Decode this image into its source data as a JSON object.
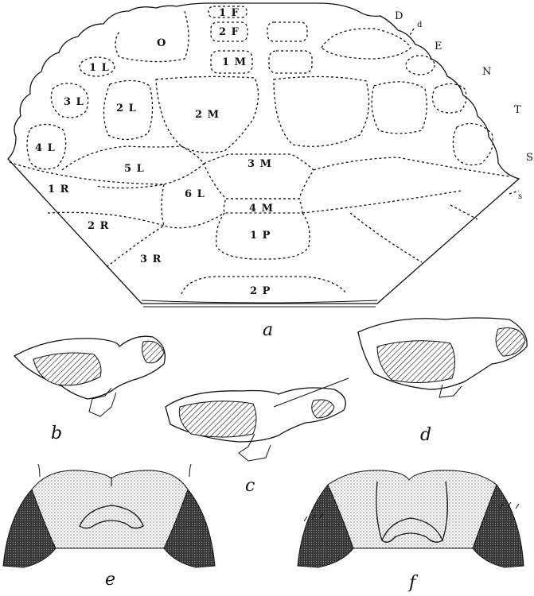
{
  "panel_labels": {
    "a": "a",
    "b": "b",
    "c": "c",
    "d": "d",
    "e": "e",
    "f": "f"
  },
  "carapace_regions": {
    "r_1F": "1 F",
    "r_2F": "2 F",
    "r_O": "O",
    "r_1M": "1 M",
    "r_1L": "1 L",
    "r_3L": "3 L",
    "r_2L": "2 L",
    "r_2M": "2 M",
    "r_4L": "4 L",
    "r_5L": "5 L",
    "r_3M": "3 M",
    "r_1R": "1 R",
    "r_6L": "6 L",
    "r_4M": "4 M",
    "r_2R": "2 R",
    "r_1P": "1 P",
    "r_3R": "3 R",
    "r_2P": "2 P"
  },
  "margin_labels": {
    "D": "D",
    "d": "d",
    "E": "E",
    "N": "N",
    "T": "T",
    "S": "S",
    "s": "s"
  }
}
